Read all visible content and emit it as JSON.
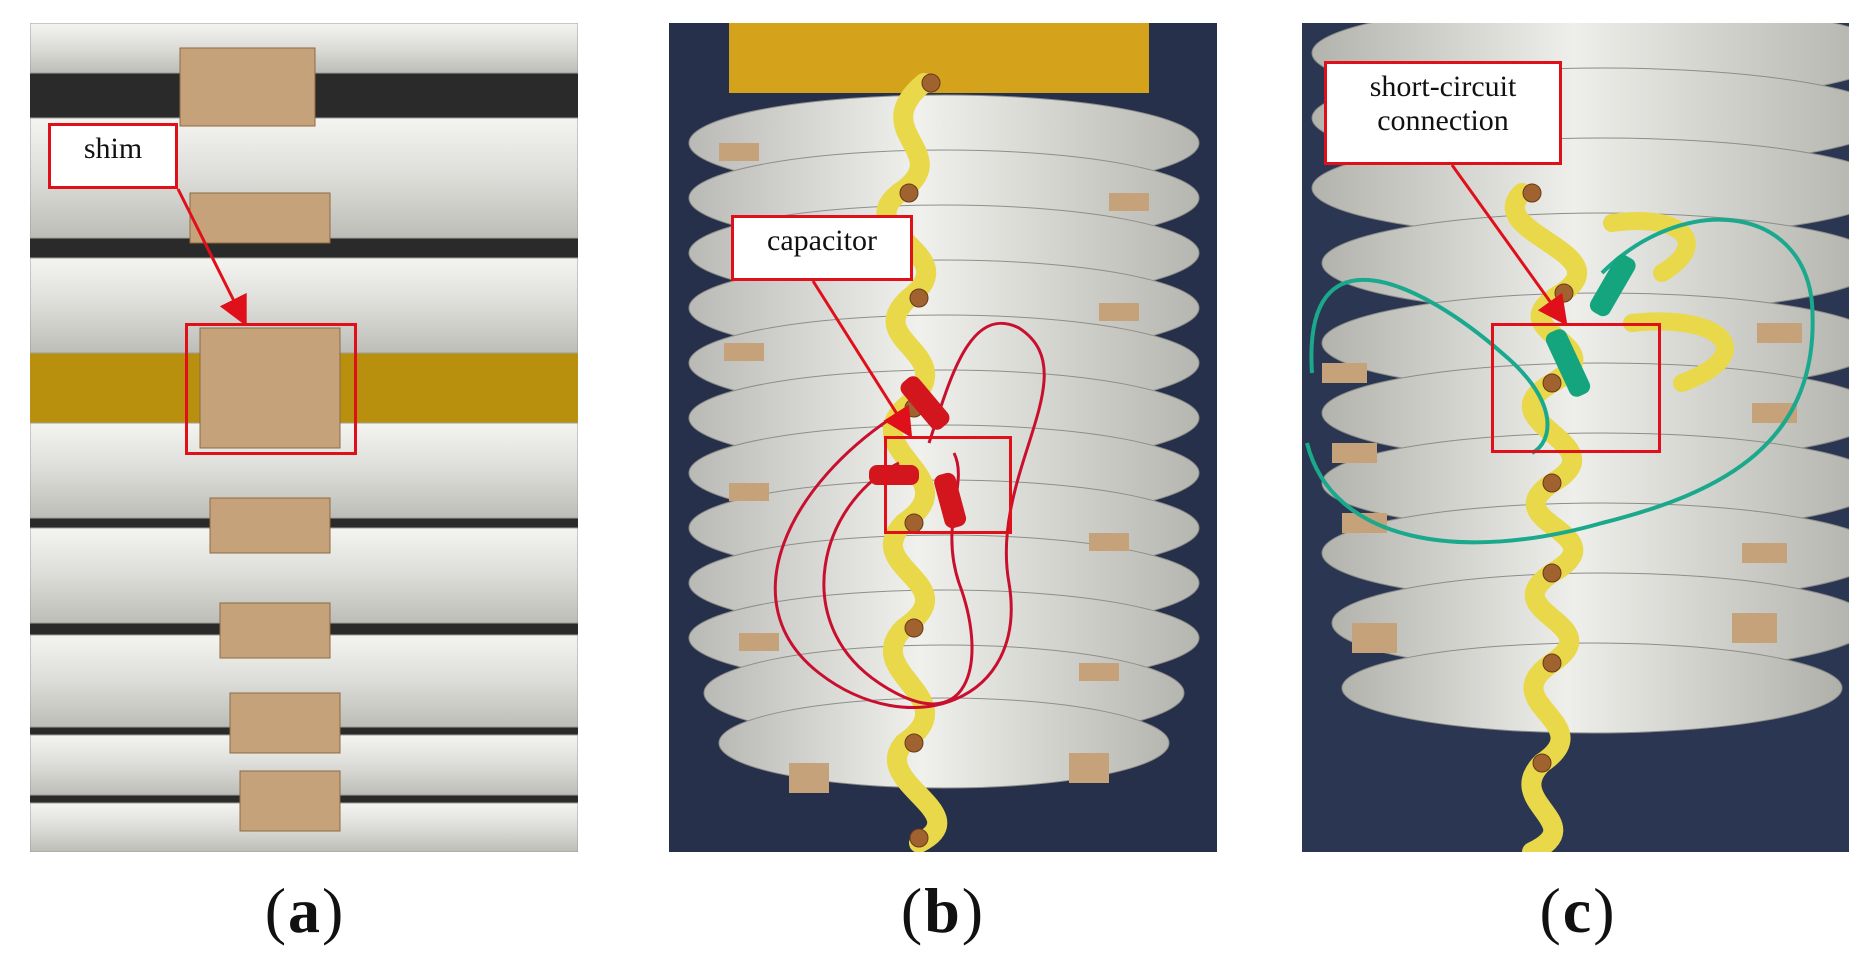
{
  "panels": [
    {
      "id": "a",
      "caption_letter": "a",
      "callout": "shim"
    },
    {
      "id": "b",
      "caption_letter": "b",
      "callout": "capacitor"
    },
    {
      "id": "c",
      "caption_letter": "c",
      "callout": "short-circuit\nconnection"
    }
  ],
  "colors": {
    "annotation_red": "#e0101a",
    "insulation_white": "#e9e9e6",
    "pressboard_shim": "#c6a27a",
    "lead_yellow": "#e8d84a",
    "clip_red": "#d3161e",
    "clip_green": "#14a57f",
    "wire_teal": "#1aa98c"
  }
}
